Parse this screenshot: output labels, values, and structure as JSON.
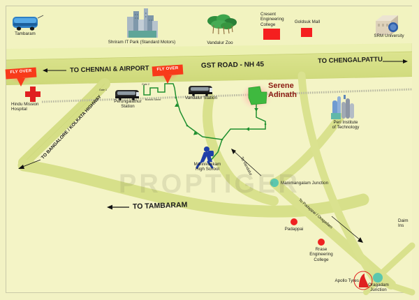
{
  "map": {
    "project_name": "Serene\nAdinath",
    "watermark": "PROPTIGER",
    "colors": {
      "background": "#f4f4c6",
      "road": "#d9e08a",
      "road_major": "#cfd97a",
      "route": "#1f8f2f",
      "marker_red": "#ef2222",
      "junction_teal": "#5cc7ae",
      "title_red": "#8c1b12",
      "flyover_red": "#f83a1a"
    },
    "roads": [
      {
        "name": "gst-road",
        "label": "GST ROAD - NH 45",
        "font_size": 10
      },
      {
        "name": "to-chennai-airport",
        "label": "TO CHENNAI & AIRPORT",
        "font_size": 9.5
      },
      {
        "name": "to-chengalpattu",
        "label": "TO CHENGALPATTU",
        "font_size": 9.5
      },
      {
        "name": "to-tambaram",
        "label": "TO TAMBARAM",
        "font_size": 10.5
      },
      {
        "name": "to-bangalore-kolkata-highway",
        "label": "TO BANGALORE / KOLKATA HIGHWAY",
        "font_size": 6.6
      },
      {
        "name": "to-vandalur",
        "label": "To Vandalur",
        "font_size": 5.6
      },
      {
        "name": "to-padappai-oragadam",
        "label": "To Padappai / Oragadam",
        "font_size": 5.6
      }
    ],
    "flyovers": [
      {
        "label": "FLY OVER"
      },
      {
        "label": "FLY OVER"
      }
    ],
    "pois": [
      {
        "name": "tambaram",
        "label": "Tambaram",
        "icon": "bus-icon"
      },
      {
        "name": "shriram-it-park",
        "label": "Shriram IT Park (Standard Motors)",
        "icon": "buildings-icon"
      },
      {
        "name": "vandalur-zoo",
        "label": "Vandalur Zoo",
        "icon": "trees-icon"
      },
      {
        "name": "cresent-engineering-college",
        "label": "Cresent\nEngineering\nCollege",
        "icon": "red-square-icon"
      },
      {
        "name": "goldsuk-mall",
        "label": "Goldsuk Mall",
        "icon": "red-square-icon"
      },
      {
        "name": "srm-university",
        "label": "SRM University",
        "icon": "campus-icon"
      },
      {
        "name": "hindu-mission-hospital",
        "label": "Hindu Mission\nHospital",
        "icon": "red-cross-icon"
      },
      {
        "name": "perungalathur-station",
        "label": "Perungalathur\nStation",
        "icon": "train-icon"
      },
      {
        "name": "vandalur-station",
        "label": "Vandalur Station",
        "icon": "train-icon"
      },
      {
        "name": "peri-institute-of-technology",
        "label": "Peri Institute\nof Technology",
        "icon": "buildings-icon"
      },
      {
        "name": "mannivakkam-high-school",
        "label": "Mannivakkam\nHigh School",
        "icon": "student-icon"
      },
      {
        "name": "manimangalam-junction",
        "label": "Manimangalam Junction",
        "icon": "junction-dot-icon"
      },
      {
        "name": "padappai",
        "label": "Padappai",
        "icon": "red-dot-icon"
      },
      {
        "name": "rrase-engineering-college",
        "label": "Rrase\nEngineering\nCollege",
        "icon": "red-dot-icon"
      },
      {
        "name": "apollo-tyres",
        "label": "Apollo Tyres",
        "icon": "apollo-tyres-icon"
      },
      {
        "name": "oragadam-junction",
        "label": "Oragadam\nJunction",
        "icon": "junction-dot-icon"
      },
      {
        "name": "daimler",
        "label": "Daim\nIns",
        "icon": "label-only"
      }
    ],
    "minor_labels": [
      {
        "name": "station-exit-1",
        "label": "Gate 1"
      },
      {
        "name": "station-exit-2",
        "label": "Gate 2"
      },
      {
        "name": "bundhi-street",
        "label": "Bundhi Street"
      }
    ]
  }
}
